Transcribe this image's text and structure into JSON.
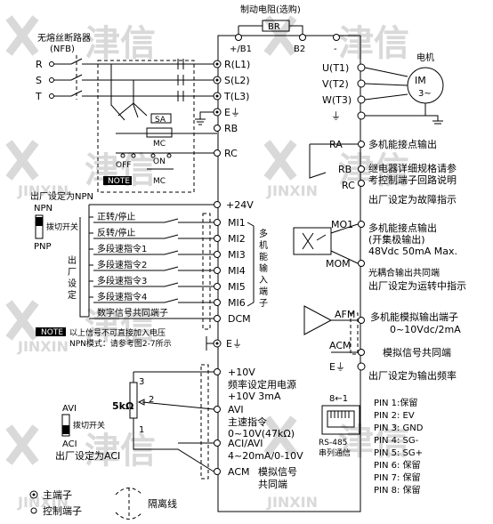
{
  "watermark": {
    "brand": "津信",
    "latin": "JINXIN"
  },
  "top": {
    "brake_resistor": "制动电阻(选购)",
    "br": "BR",
    "b1": "+/B1",
    "b2": "B2",
    "minus": "-"
  },
  "breaker": {
    "title": "无熔丝断路器",
    "code": "(NFB)"
  },
  "mains": [
    "R",
    "S",
    "T"
  ],
  "power_terminals": [
    "R(L1)",
    "S(L2)",
    "T(L3)",
    "E⏚"
  ],
  "ra_block": {
    "rb": "RB",
    "rc": "RC",
    "sa": "SA",
    "mc1": "MC",
    "off": "OFF",
    "on": "ON",
    "mc2": "MC",
    "note": "NOTE"
  },
  "motor": {
    "title": "电机",
    "im": "IM",
    "phase": "3~",
    "terminals": [
      "U(T1)",
      "V(T2)",
      "W(T3)"
    ],
    "ground": "⏚"
  },
  "relay": {
    "ra": "RA",
    "rb": "RB",
    "rc": "RC",
    "out": "多机能接点输出",
    "desc1": "继电器详细规格请参",
    "desc2": "考控制端子回路说明",
    "default": "出厂设定为故障指示"
  },
  "npn": {
    "default": "出厂设定为NPN",
    "npn": "NPN",
    "pnp": "PNP",
    "switch": "拨切开关"
  },
  "p24": "+24V",
  "inputs": [
    {
      "label": "正转/停止",
      "term": "MI1"
    },
    {
      "label": "反转/停止",
      "term": "MI2"
    },
    {
      "label": "多段速指令1",
      "term": "MI3"
    },
    {
      "label": "多段速指令2",
      "term": "MI4"
    },
    {
      "label": "多段速指令3",
      "term": "MI5"
    },
    {
      "label": "多段速指令4",
      "term": "MI6"
    }
  ],
  "dcm": {
    "label": "数字信号共同端子",
    "term": "DCM"
  },
  "factory": [
    "出",
    "厂",
    "设",
    "定"
  ],
  "multi_in": [
    "多",
    "机",
    "能",
    "输",
    "入",
    "端",
    "子"
  ],
  "mo1": {
    "term": "MO1",
    "l1": "多机能接点输出",
    "l2": "(开集极输出)",
    "l3": "48Vdc 50mA Max."
  },
  "mom": {
    "term": "MOM",
    "l1": "光耦合输出共同端",
    "l2": "出厂设定为运转中指示"
  },
  "note2": {
    "badge": "NOTE",
    "l1": "以上信号不可直接加入电压",
    "l2": "NPN模式：请参考图2-7所示"
  },
  "e_mid": "E⏚",
  "afm": {
    "term": "AFM",
    "l1": "多机能模拟输出端子",
    "l2": "0~10Vdc/2mA"
  },
  "acm_r": {
    "term": "ACM",
    "l1": "模拟信号共同端"
  },
  "e_r": "E⏚",
  "freq_default": "出厂设定为输出频率",
  "analog": {
    "p10": "+10V",
    "p10_l1": "频率设定用电源",
    "p10_l2": "+10V 3mA",
    "avi": "AVI",
    "avi_l1": "主速指令",
    "avi_l2": "0~10V(47kΩ)",
    "aci": "ACI/AVI",
    "aci_l1": "4~20mA/0-10V",
    "acm": "ACM",
    "acm_l1": "模拟信号",
    "acm_l2": "共同端"
  },
  "pot": {
    "value": "5kΩ",
    "p3": "3",
    "p2": "2",
    "p1": "1"
  },
  "avi_switch": {
    "avi": "AVI",
    "aci": "ACI",
    "switch": "拨切开关",
    "default": "出厂设定为ACI"
  },
  "rs485": {
    "pins_top": "8←1",
    "l1": "RS-485",
    "l2": "串列通信"
  },
  "pins": [
    "PIN 1:保留",
    "PIN 2: EV",
    "PIN 3: GND",
    "PIN 4: SG-",
    "PIN 5: SG+",
    "PIN 6: 保留",
    "PIN 7: 保留",
    "PIN 8: 保留"
  ],
  "legend": {
    "main": "主端子",
    "ctrl": "控制端子",
    "iso": "隔离线"
  }
}
